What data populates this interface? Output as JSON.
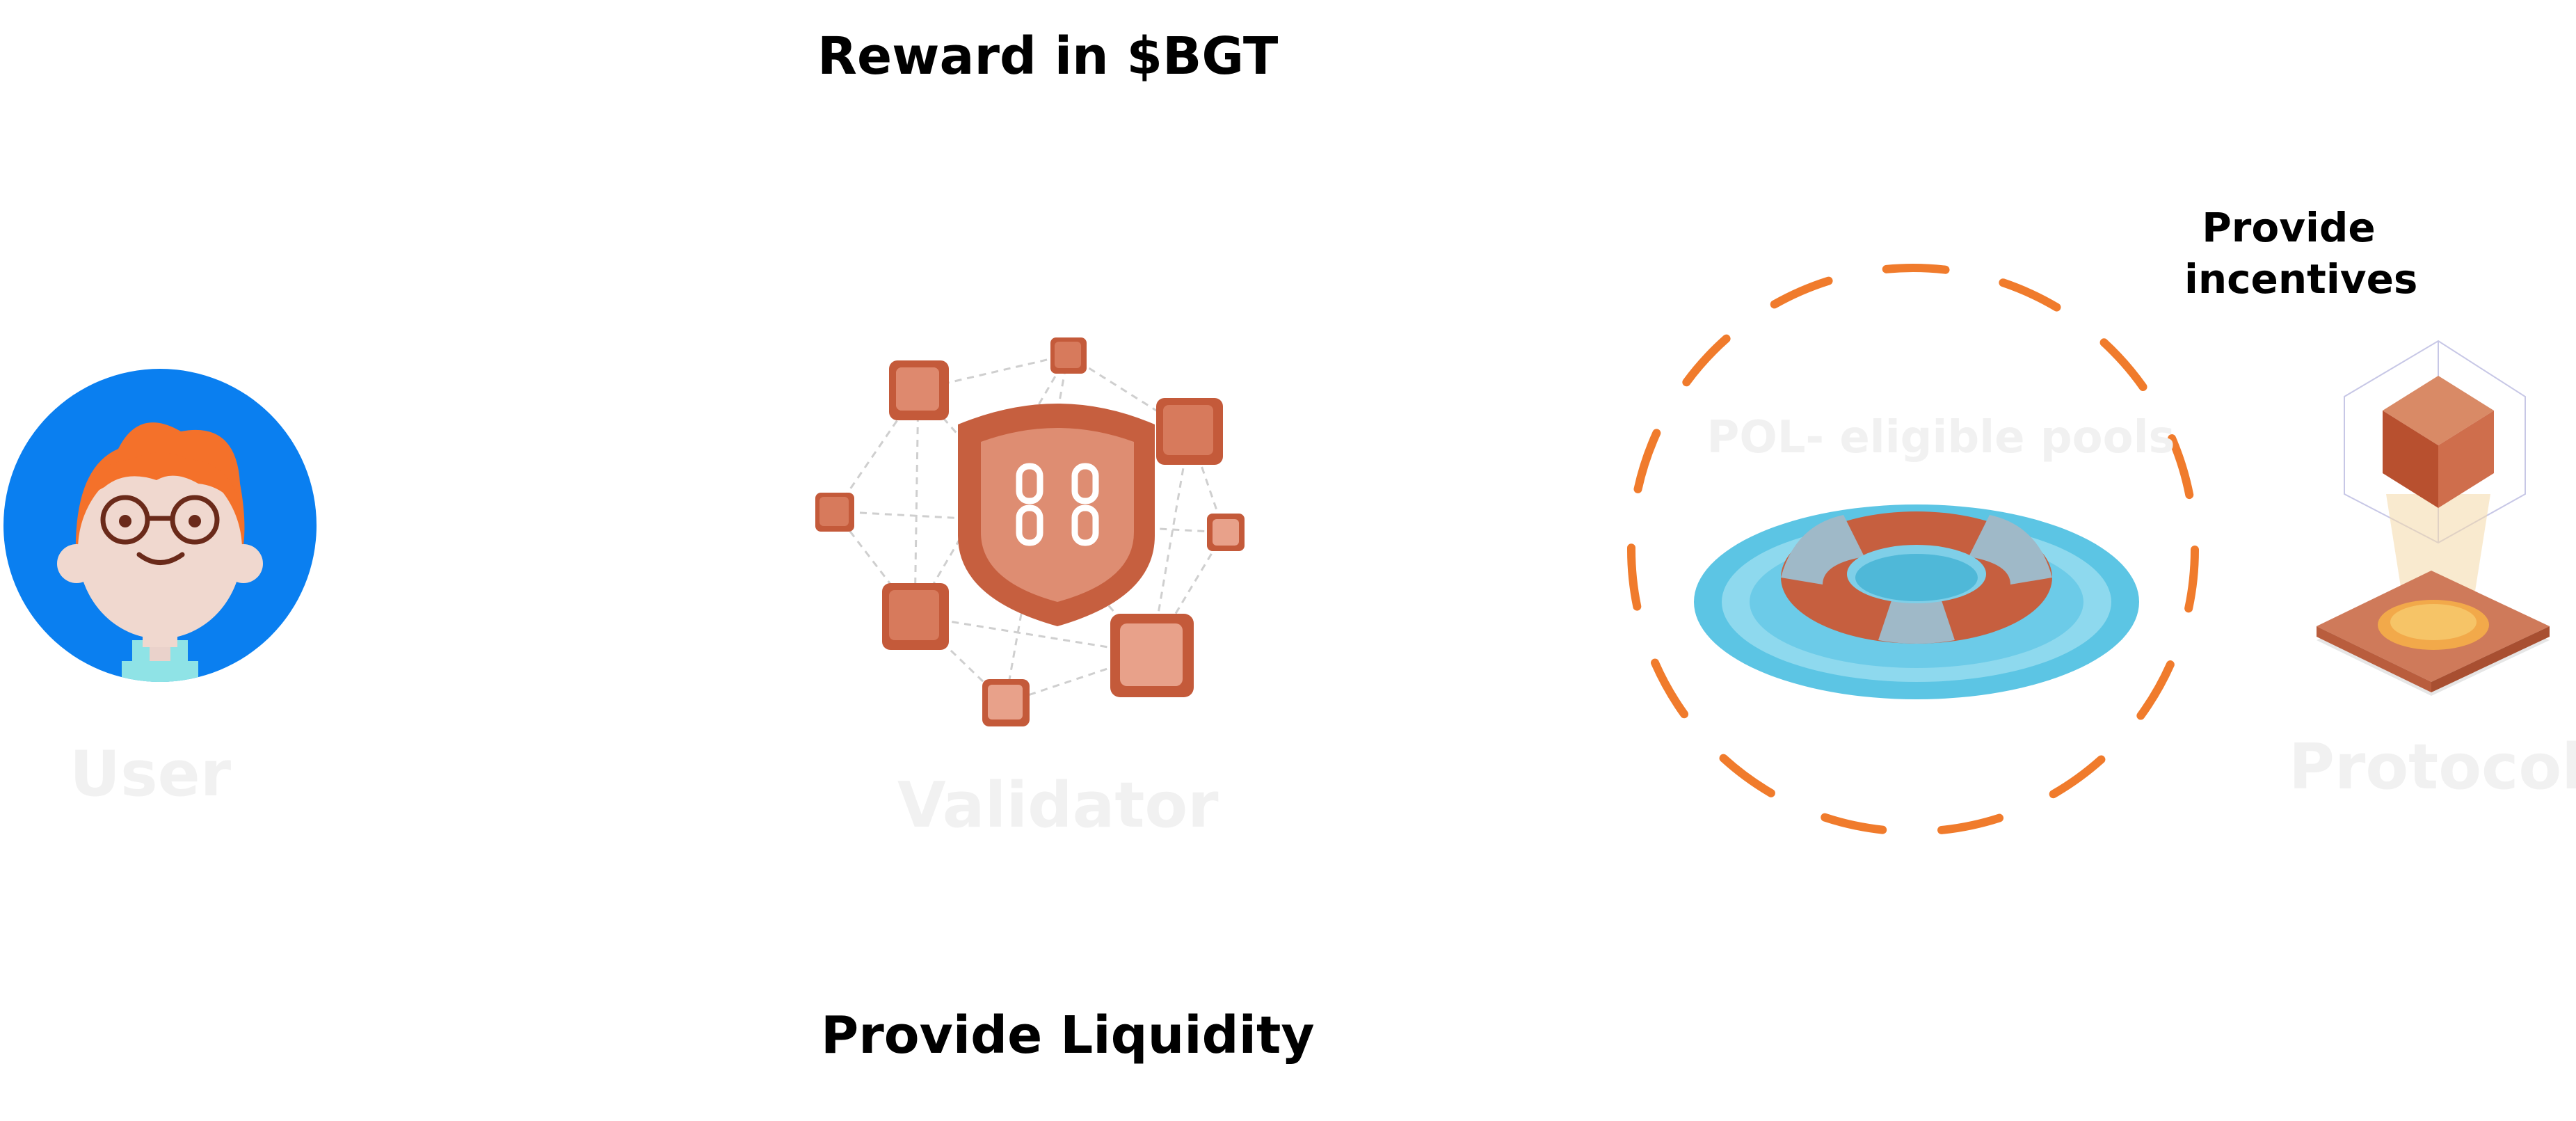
{
  "labels": {
    "reward": "Reward in $BGT",
    "provide_liquidity": "Provide Liquidity",
    "provide_incentives_line1": "Provide",
    "provide_incentives_line2": "incentives"
  },
  "nodes": {
    "user": "User",
    "validator": "Validator",
    "pools": "POL- eligible pools",
    "protocol": "Protocol"
  },
  "colors": {
    "user_circle": "#0a7ff0",
    "user_hair": "#f4712a",
    "validator_shield": "#c65f3f",
    "validator_cube": "#cf6e4c",
    "pool_ring": "#f07b2c",
    "pool_water": "#5cc5e4",
    "ghost_text": "#f1f1f1"
  },
  "icons": {
    "user": "user-avatar-icon",
    "validator": "validator-shield-network-icon",
    "pools": "lifebuoy-pool-icon",
    "protocol": "protocol-cube-platform-icon"
  }
}
